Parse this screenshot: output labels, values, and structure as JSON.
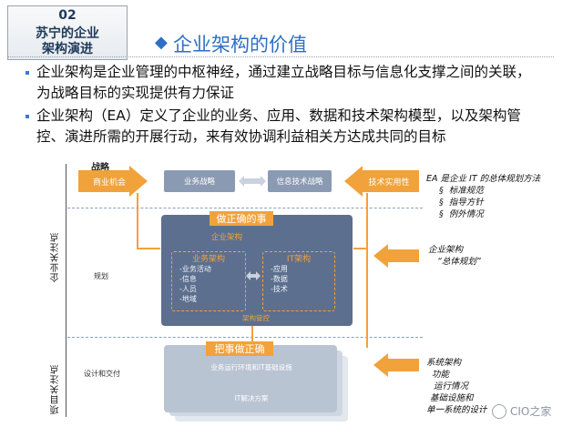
{
  "section": {
    "number": "02",
    "title_line1": "苏宁的企业",
    "title_line2": "架构演进"
  },
  "slide": {
    "title": "企业架构的价值"
  },
  "bullets": [
    {
      "line1": "企业架构是企业管理的中枢神经，通过建立战略目标与信息化支撑之间的关联，",
      "line2": "为战略目标的实现提供有力保证"
    },
    {
      "line1": "企业架构（EA）定义了企业的业务、应用、数据和技术架构模型，以及架构管",
      "line2": "控、演进所需的开展行动，来有效协调利益相关方达成共同的目标"
    }
  ],
  "diagram": {
    "strategy_label": "战略",
    "business_opportunity": "商业机会",
    "business_strategy": "业务战略",
    "it_strategy": "信息技术战略",
    "tech_practicality": "技术实用性",
    "enterprise_focus": "企业关注点",
    "project_focus": "项目关注点",
    "planning": "规划",
    "design_delivery": "设计和交付",
    "do_right_things": "做正确的事",
    "enterprise_architecture": "企业架构",
    "business_arch": {
      "title": "业务架构",
      "items": [
        "-业务活动",
        "-信息",
        "-人员",
        "-地域"
      ]
    },
    "it_arch": {
      "title": "IT架构",
      "items": [
        "-应用",
        "-数据",
        "-技术"
      ]
    },
    "arch_control": "架构管控",
    "do_things_right": "把事做正确",
    "ops_env": "业务运行环境和IT基础设施",
    "it_solution": "IT解决方案"
  },
  "notes": {
    "ea_title": "EA 是企业 IT  的总体规划方法",
    "ea_items": [
      "标准规范",
      "指导方针",
      "例外情况"
    ],
    "ea_bullet_symbol": "§",
    "ea_arch_line1": "企业架构",
    "ea_arch_line2": "“总体规划”",
    "sys_items": [
      "系统架构",
      "功能",
      "运行情况",
      "基础设施和",
      "单一系统的设计"
    ]
  },
  "watermark": {
    "text": "CIO之家"
  },
  "colors": {
    "accent_blue": "#2e6fc4",
    "orange": "#f2a23a",
    "slate": "#5c6f8f"
  }
}
